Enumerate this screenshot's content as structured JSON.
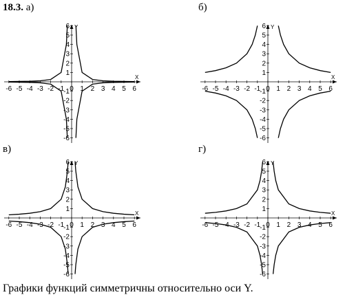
{
  "problem": {
    "number": "18.3.",
    "caption": "Графики функций симметричны относительно оси Y."
  },
  "chart_data": [
    {
      "type": "line",
      "label": "а)",
      "xlabel": "X",
      "ylabel": "Y",
      "xlim": [
        -6,
        6
      ],
      "ylim": [
        -6,
        6
      ],
      "xticks": [
        -6,
        -5,
        -4,
        -3,
        -2,
        -1,
        0,
        1,
        2,
        3,
        4,
        5,
        6
      ],
      "yticks": [
        -6,
        -5,
        -4,
        -3,
        -2,
        -1,
        1,
        2,
        3,
        4,
        5,
        6
      ],
      "series": [
        {
          "values": [
            [
              -6,
              0.03
            ],
            [
              -5,
              0.04
            ],
            [
              -4,
              0.06
            ],
            [
              -3,
              0.11
            ],
            [
              -2,
              0.25
            ],
            [
              -1,
              1
            ],
            [
              -0.5,
              4
            ],
            [
              -0.41,
              6
            ]
          ]
        },
        {
          "values": [
            [
              -6,
              -0.03
            ],
            [
              -5,
              -0.04
            ],
            [
              -4,
              -0.06
            ],
            [
              -3,
              -0.11
            ],
            [
              -2,
              -0.25
            ],
            [
              -1,
              -1
            ],
            [
              -0.5,
              -4
            ],
            [
              -0.41,
              -6
            ]
          ]
        },
        {
          "values": [
            [
              0.41,
              6
            ],
            [
              0.5,
              4
            ],
            [
              1,
              1
            ],
            [
              2,
              0.25
            ],
            [
              3,
              0.11
            ],
            [
              4,
              0.06
            ],
            [
              5,
              0.04
            ],
            [
              6,
              0.03
            ]
          ]
        },
        {
          "values": [
            [
              0.41,
              -6
            ],
            [
              0.5,
              -4
            ],
            [
              1,
              -1
            ],
            [
              2,
              -0.25
            ],
            [
              3,
              -0.11
            ],
            [
              4,
              -0.06
            ],
            [
              5,
              -0.04
            ],
            [
              6,
              -0.03
            ]
          ]
        }
      ]
    },
    {
      "type": "line",
      "label": "б)",
      "xlabel": "X",
      "ylabel": "Y",
      "xlim": [
        -6,
        6
      ],
      "ylim": [
        -6,
        6
      ],
      "xticks": [
        -6,
        -5,
        -4,
        -3,
        -2,
        -1,
        0,
        1,
        2,
        3,
        4,
        5,
        6
      ],
      "yticks": [
        -6,
        -5,
        -4,
        -3,
        -2,
        -1,
        1,
        2,
        3,
        4,
        5,
        6
      ],
      "series": [
        {
          "values": [
            [
              -6,
              1
            ],
            [
              -5,
              1.2
            ],
            [
              -4,
              1.5
            ],
            [
              -3,
              2
            ],
            [
              -2,
              3
            ],
            [
              -1.5,
              4
            ],
            [
              -1.2,
              5
            ],
            [
              -1,
              6
            ]
          ]
        },
        {
          "values": [
            [
              -6,
              -1
            ],
            [
              -5,
              -1.2
            ],
            [
              -4,
              -1.5
            ],
            [
              -3,
              -2
            ],
            [
              -2,
              -3
            ],
            [
              -1.5,
              -4
            ],
            [
              -1.2,
              -5
            ],
            [
              -1,
              -6
            ]
          ]
        },
        {
          "values": [
            [
              1,
              6
            ],
            [
              1.2,
              5
            ],
            [
              1.5,
              4
            ],
            [
              2,
              3
            ],
            [
              3,
              2
            ],
            [
              4,
              1.5
            ],
            [
              5,
              1.2
            ],
            [
              6,
              1
            ]
          ]
        },
        {
          "values": [
            [
              1,
              -6
            ],
            [
              1.2,
              -5
            ],
            [
              1.5,
              -4
            ],
            [
              2,
              -3
            ],
            [
              3,
              -2
            ],
            [
              4,
              -1.5
            ],
            [
              5,
              -1.2
            ],
            [
              6,
              -1
            ]
          ]
        }
      ]
    },
    {
      "type": "line",
      "label": "в)",
      "xlabel": "X",
      "ylabel": "Y",
      "xlim": [
        -6,
        6
      ],
      "ylim": [
        -6,
        6
      ],
      "xticks": [
        -6,
        -5,
        -4,
        -3,
        -2,
        -1,
        0,
        1,
        2,
        3,
        4,
        5,
        6
      ],
      "yticks": [
        -6,
        -5,
        -4,
        -3,
        -2,
        -1,
        1,
        2,
        3,
        4,
        5,
        6
      ],
      "series": [
        {
          "values": [
            [
              -6,
              0.33
            ],
            [
              -5,
              0.4
            ],
            [
              -4,
              0.5
            ],
            [
              -3,
              0.67
            ],
            [
              -2,
              1
            ],
            [
              -1,
              2
            ],
            [
              -0.6,
              3.33
            ],
            [
              -0.4,
              5
            ],
            [
              -0.33,
              6
            ]
          ]
        },
        {
          "values": [
            [
              -6,
              -0.33
            ],
            [
              -5,
              -0.4
            ],
            [
              -4,
              -0.5
            ],
            [
              -3,
              -0.67
            ],
            [
              -2,
              -1
            ],
            [
              -1,
              -2
            ],
            [
              -0.6,
              -3.33
            ],
            [
              -0.4,
              -5
            ],
            [
              -0.33,
              -6
            ]
          ]
        },
        {
          "values": [
            [
              0.33,
              6
            ],
            [
              0.4,
              5
            ],
            [
              0.6,
              3.33
            ],
            [
              1,
              2
            ],
            [
              2,
              1
            ],
            [
              3,
              0.67
            ],
            [
              4,
              0.5
            ],
            [
              5,
              0.4
            ],
            [
              6,
              0.33
            ]
          ]
        },
        {
          "values": [
            [
              0.33,
              -6
            ],
            [
              0.4,
              -5
            ],
            [
              0.6,
              -3.33
            ],
            [
              1,
              -2
            ],
            [
              2,
              -1
            ],
            [
              3,
              -0.67
            ],
            [
              4,
              -0.5
            ],
            [
              5,
              -0.4
            ],
            [
              6,
              -0.33
            ]
          ]
        }
      ]
    },
    {
      "type": "line",
      "label": "г)",
      "xlabel": "X",
      "ylabel": "Y",
      "xlim": [
        -6,
        6
      ],
      "ylim": [
        -6,
        6
      ],
      "xticks": [
        -6,
        -5,
        -4,
        -3,
        -2,
        -1,
        0,
        1,
        2,
        3,
        4,
        5,
        6
      ],
      "yticks": [
        -6,
        -5,
        -4,
        -3,
        -2,
        -1,
        1,
        2,
        3,
        4,
        5,
        6
      ],
      "series": [
        {
          "values": [
            [
              -6,
              0.5
            ],
            [
              -5,
              0.6
            ],
            [
              -4,
              0.75
            ],
            [
              -3,
              1
            ],
            [
              -2,
              1.5
            ],
            [
              -1,
              3
            ],
            [
              -0.75,
              4
            ],
            [
              -0.6,
              5
            ],
            [
              -0.5,
              6
            ]
          ]
        },
        {
          "values": [
            [
              -6,
              -0.5
            ],
            [
              -5,
              -0.6
            ],
            [
              -4,
              -0.75
            ],
            [
              -3,
              -1
            ],
            [
              -2,
              -1.5
            ],
            [
              -1,
              -3
            ],
            [
              -0.75,
              -4
            ],
            [
              -0.6,
              -5
            ],
            [
              -0.5,
              -6
            ]
          ]
        },
        {
          "values": [
            [
              0.5,
              6
            ],
            [
              0.6,
              5
            ],
            [
              0.75,
              4
            ],
            [
              1,
              3
            ],
            [
              2,
              1.5
            ],
            [
              3,
              1
            ],
            [
              4,
              0.75
            ],
            [
              5,
              0.6
            ],
            [
              6,
              0.5
            ]
          ]
        },
        {
          "values": [
            [
              0.5,
              -6
            ],
            [
              0.6,
              -5
            ],
            [
              0.75,
              -4
            ],
            [
              1,
              -3
            ],
            [
              2,
              -1.5
            ],
            [
              3,
              -1
            ],
            [
              4,
              -0.75
            ],
            [
              5,
              -0.6
            ],
            [
              6,
              -0.5
            ]
          ]
        }
      ]
    }
  ]
}
